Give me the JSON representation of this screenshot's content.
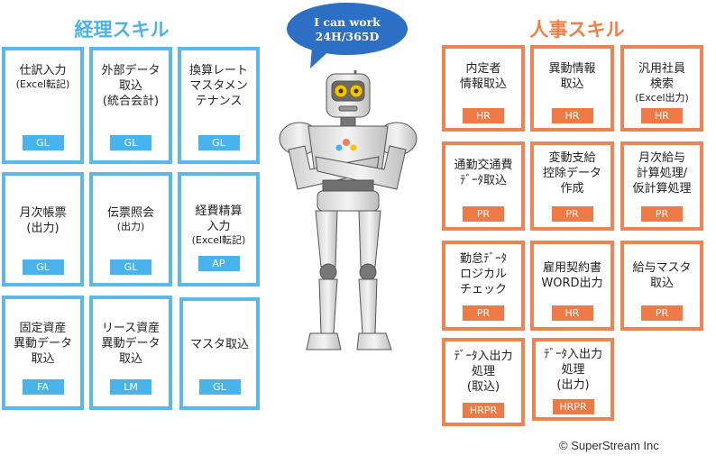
{
  "accounting": {
    "title": "経理スキル",
    "cards": [
      {
        "lines": [
          "仕訳入力"
        ],
        "sub": [
          "(Excel転記)"
        ],
        "tag": "GL"
      },
      {
        "lines": [
          "外部データ",
          "取込"
        ],
        "sub": [],
        "lines2": [
          "(統合会計)"
        ],
        "tag": "GL"
      },
      {
        "lines": [
          "換算レート",
          "マスタメン",
          "テナンス"
        ],
        "sub": [],
        "tag": "GL"
      },
      {
        "lines": [
          "月次帳票"
        ],
        "sub": [],
        "lines2": [
          "(出力)"
        ],
        "tag": "GL"
      },
      {
        "lines": [
          "伝票照会"
        ],
        "sub": [
          "(出力)"
        ],
        "tag": "GL"
      },
      {
        "lines": [
          "経費精算",
          "入力"
        ],
        "sub": [
          "(Excel転記)"
        ],
        "tag": "AP"
      },
      {
        "lines": [
          "固定資産",
          "異動データ",
          "取込"
        ],
        "sub": [],
        "tag": "FA"
      },
      {
        "lines": [
          "リース資産",
          "異動データ",
          "取込"
        ],
        "sub": [],
        "tag": "LM"
      },
      {
        "lines": [
          "マスタ取込"
        ],
        "sub": [],
        "tag": "GL"
      }
    ]
  },
  "hr": {
    "title": "人事スキル",
    "cards": [
      {
        "lines": [
          "内定者",
          "情報取込"
        ],
        "tag": "HR"
      },
      {
        "lines": [
          "異動情報",
          "取込"
        ],
        "tag": "HR"
      },
      {
        "lines": [
          "汎用社員",
          "検索"
        ],
        "sub": [
          "(Excel出力)"
        ],
        "tag": "HR"
      },
      {
        "lines": [
          "通勤交通費",
          "ﾃﾞｰﾀ取込"
        ],
        "tag": "PR"
      },
      {
        "lines": [
          "変動支給",
          "控除データ",
          "作成"
        ],
        "tag": "PR"
      },
      {
        "lines": [
          "月次給与",
          "計算処理/",
          "仮計算処理"
        ],
        "tag": "PR"
      },
      {
        "lines": [
          "勤怠ﾃﾞｰﾀ",
          "ロジカル",
          "チェック"
        ],
        "tag": "PR"
      },
      {
        "lines": [
          "雇用契約書",
          "WORD出力"
        ],
        "tag": "HR"
      },
      {
        "lines": [
          "給与マスタ",
          "取込"
        ],
        "tag": "PR"
      },
      {
        "lines": [
          "ﾃﾞｰﾀ入出力",
          "処理",
          "(取込)"
        ],
        "tag": "HRPR"
      },
      {
        "lines": [
          "ﾃﾞｰﾀ入出力",
          "処理",
          "(出力)"
        ],
        "tag": "HRPR"
      }
    ]
  },
  "bubble": {
    "line1": "I can work",
    "line2": "24H/365D"
  },
  "copyright": "©  SuperStream Inc",
  "colors": {
    "accounting": "#5cb8e8",
    "hr": "#ee8455",
    "bubble": "#2c6fc4"
  },
  "icons": {
    "robot": "robot-illustration"
  }
}
